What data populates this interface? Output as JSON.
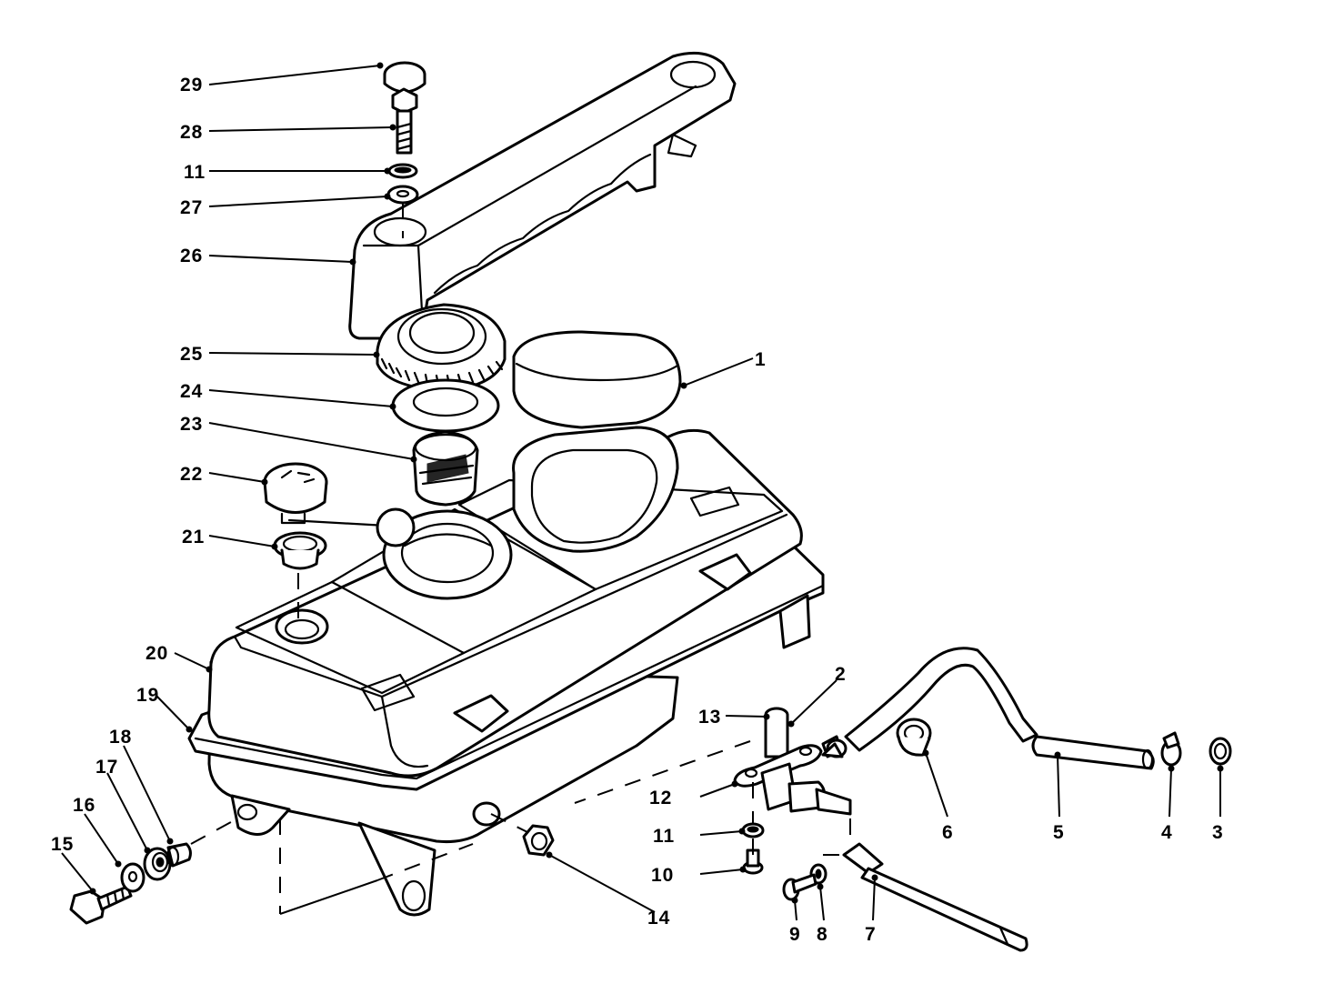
{
  "callouts": [
    {
      "id": "1",
      "text": "1"
    },
    {
      "id": "2",
      "text": "2"
    },
    {
      "id": "3",
      "text": "3"
    },
    {
      "id": "4",
      "text": "4"
    },
    {
      "id": "5",
      "text": "5"
    },
    {
      "id": "6",
      "text": "6"
    },
    {
      "id": "7",
      "text": "7"
    },
    {
      "id": "8",
      "text": "8"
    },
    {
      "id": "9",
      "text": "9"
    },
    {
      "id": "10",
      "text": "10"
    },
    {
      "id": "11a",
      "text": "11"
    },
    {
      "id": "11b",
      "text": "11"
    },
    {
      "id": "12",
      "text": "12"
    },
    {
      "id": "13",
      "text": "13"
    },
    {
      "id": "14",
      "text": "14"
    },
    {
      "id": "15",
      "text": "15"
    },
    {
      "id": "16",
      "text": "16"
    },
    {
      "id": "17",
      "text": "17"
    },
    {
      "id": "18",
      "text": "18"
    },
    {
      "id": "19",
      "text": "19"
    },
    {
      "id": "20",
      "text": "20"
    },
    {
      "id": "21",
      "text": "21"
    },
    {
      "id": "22",
      "text": "22"
    },
    {
      "id": "23",
      "text": "23"
    },
    {
      "id": "24",
      "text": "24"
    },
    {
      "id": "25",
      "text": "25"
    },
    {
      "id": "26",
      "text": "26"
    },
    {
      "id": "27",
      "text": "27"
    },
    {
      "id": "28",
      "text": "28"
    },
    {
      "id": "29",
      "text": "29"
    }
  ]
}
